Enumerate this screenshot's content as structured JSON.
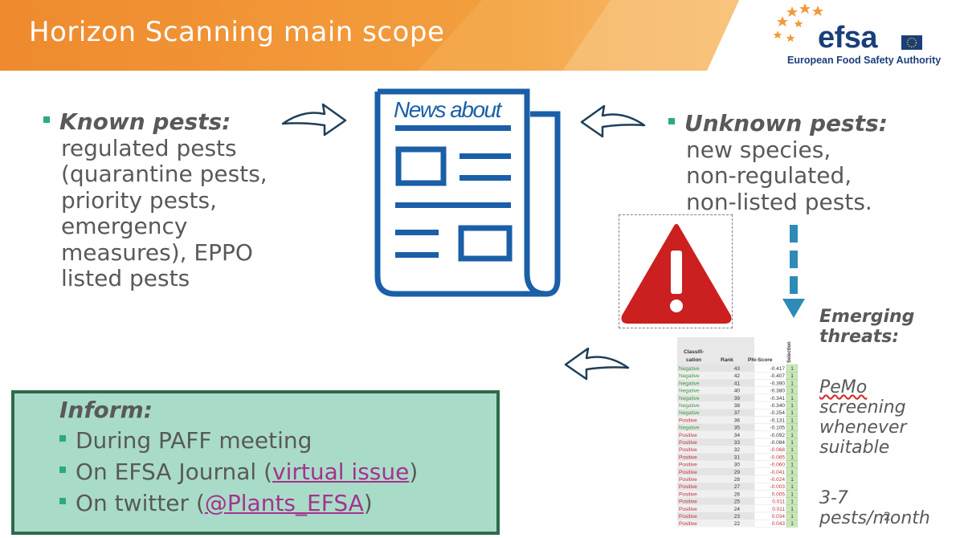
{
  "header": {
    "title": "Horizon Scanning main scope",
    "banner_color": "#f29a3b"
  },
  "logo": {
    "word": "efsa",
    "tagline": "European Food Safety Authority",
    "brand_color": "#1a3e7a",
    "star_color": "#f29a3b"
  },
  "newspaper": {
    "headline": "News about",
    "color": "#1a5fa8"
  },
  "known": {
    "heading": "Known pests",
    "colon": ":",
    "lines": [
      "regulated pests",
      "(quarantine pests,",
      "priority pests,",
      "emergency",
      "measures), EPPO",
      "listed pests"
    ]
  },
  "unknown": {
    "heading": "Unknown pests",
    "colon": ":",
    "lines": [
      "new species,",
      "non-regulated,",
      "non-listed pests."
    ]
  },
  "inform": {
    "title": "Inform",
    "colon": ":",
    "items": [
      {
        "text": "During PAFF meeting"
      },
      {
        "pre": "On EFSA Journal (",
        "link": "virtual issue",
        "post": ")"
      },
      {
        "pre": "On twitter (",
        "link": "@Plants_EFSA",
        "post": ")"
      }
    ],
    "box_color": "#a9dcc8",
    "border_color": "#2e6a4b"
  },
  "emerging": {
    "lines": [
      "Emerging",
      "threats:"
    ]
  },
  "pemo": {
    "word": "PeMo",
    "lines": [
      "screening",
      "whenever",
      "suitable"
    ]
  },
  "pests_month": {
    "lines": [
      "3-7",
      "pests/month"
    ]
  },
  "page_number": "2",
  "table": {
    "headers": [
      "Classifi-cation",
      "Rank",
      "Phi-Score",
      "Selection"
    ],
    "rows": [
      [
        "Negative",
        "43",
        "-0.417",
        "1"
      ],
      [
        "Negative",
        "42",
        "-0.407",
        "1"
      ],
      [
        "Negative",
        "41",
        "-0.390",
        "1"
      ],
      [
        "Negative",
        "40",
        "-0.380",
        "1"
      ],
      [
        "Negative",
        "39",
        "-0.341",
        "1"
      ],
      [
        "Negative",
        "38",
        "-0.340",
        "1"
      ],
      [
        "Negative",
        "37",
        "-0.254",
        "1"
      ],
      [
        "Positive",
        "36",
        "-0.131",
        "1"
      ],
      [
        "Negative",
        "35",
        "-0.105",
        "1"
      ],
      [
        "Positive",
        "34",
        "-0.092",
        "1"
      ],
      [
        "Positive",
        "33",
        "-0.084",
        "1"
      ],
      [
        "Positive",
        "32",
        "-0.068",
        "1"
      ],
      [
        "Positive",
        "31",
        "-0.065",
        "1"
      ],
      [
        "Positive",
        "30",
        "-0.060",
        "1"
      ],
      [
        "Positive",
        "29",
        "-0.041",
        "1"
      ],
      [
        "Positive",
        "28",
        "-0.024",
        "1"
      ],
      [
        "Positive",
        "27",
        "-0.003",
        "1"
      ],
      [
        "Positive",
        "26",
        "0.005",
        "1"
      ],
      [
        "Positive",
        "25",
        "0.011",
        "1"
      ],
      [
        "Positive",
        "24",
        "0.011",
        "1"
      ],
      [
        "Positive",
        "23",
        "0.034",
        "1"
      ],
      [
        "Positive",
        "22",
        "0.043",
        "1"
      ]
    ],
    "negative_color": "#3d9a3d",
    "positive_color": "#c0303a"
  }
}
